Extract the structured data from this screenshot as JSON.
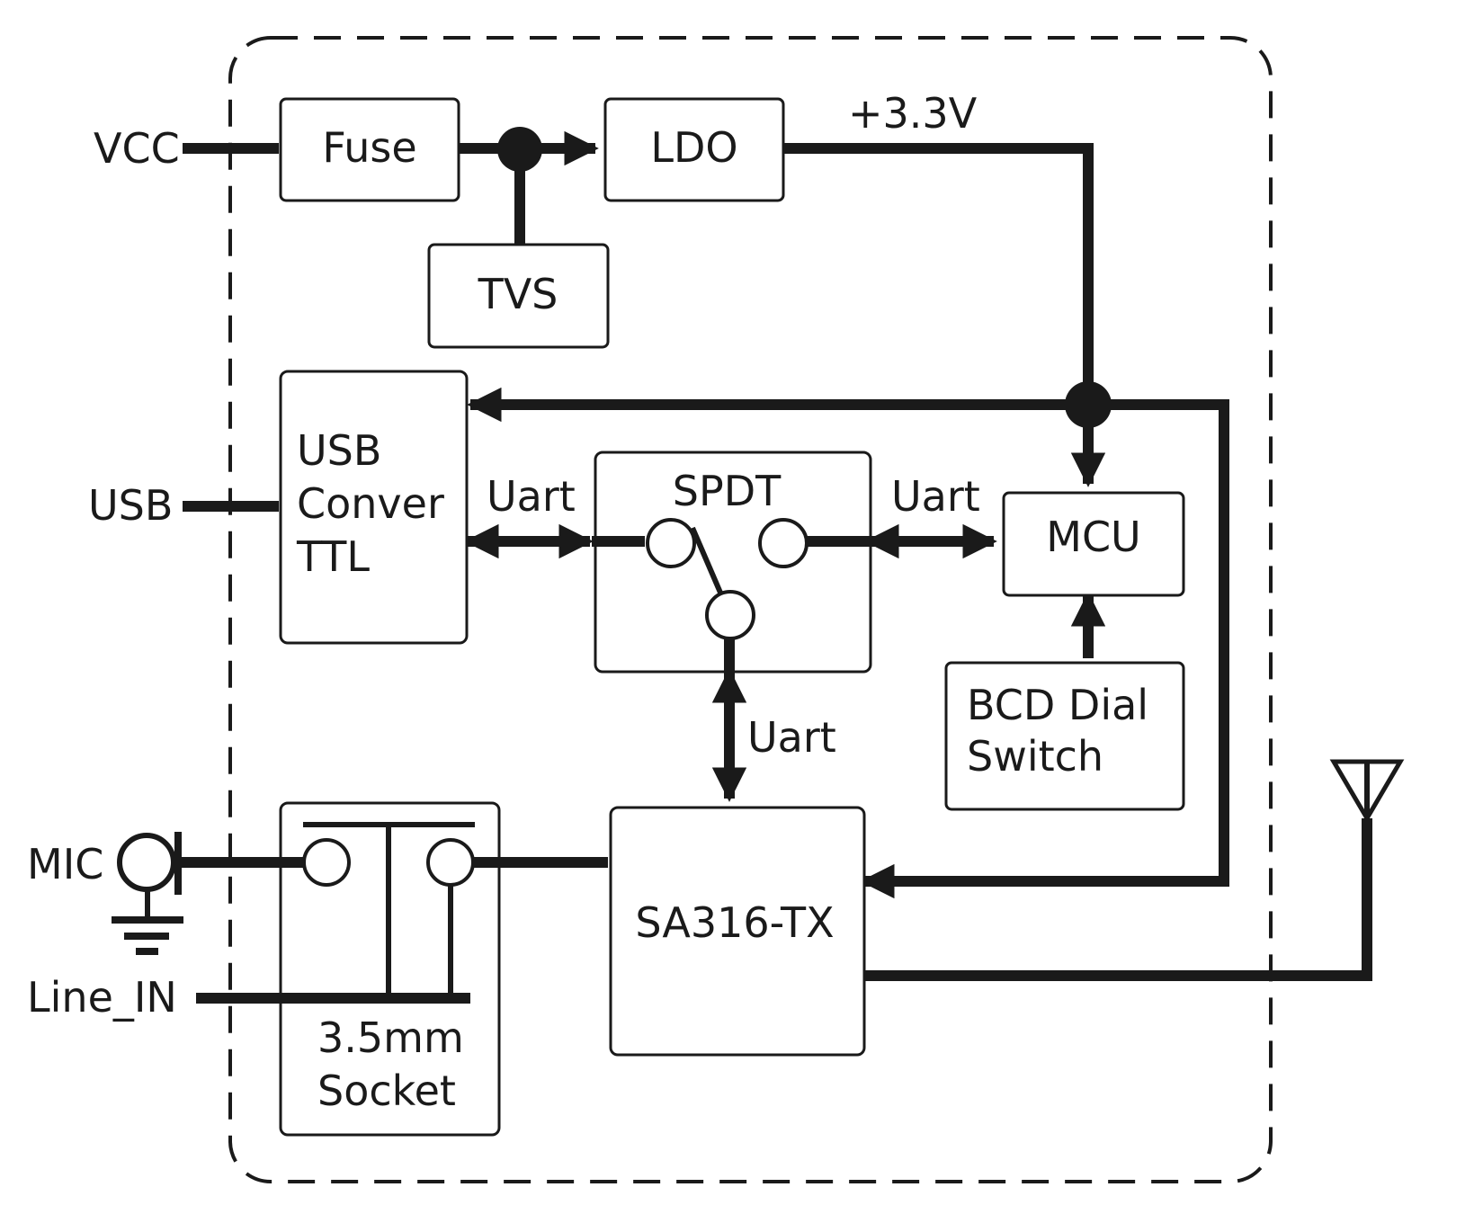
{
  "ports": {
    "vcc": "VCC",
    "usb": "USB",
    "mic": "MIC",
    "line_in": "Line_IN"
  },
  "blocks": {
    "fuse": "Fuse",
    "ldo": "LDO",
    "tvs": "TVS",
    "usb_conv": [
      "USB",
      "Conver",
      "TTL"
    ],
    "spdt": "SPDT",
    "mcu": "MCU",
    "bcd": [
      "BCD Dial",
      "Switch"
    ],
    "sa316": "SA316-TX",
    "socket": [
      "3.5mm",
      "Socket"
    ]
  },
  "signals": {
    "rail": "+3.3V",
    "uart_left": "Uart",
    "uart_right": "Uart",
    "uart_down": "Uart"
  }
}
